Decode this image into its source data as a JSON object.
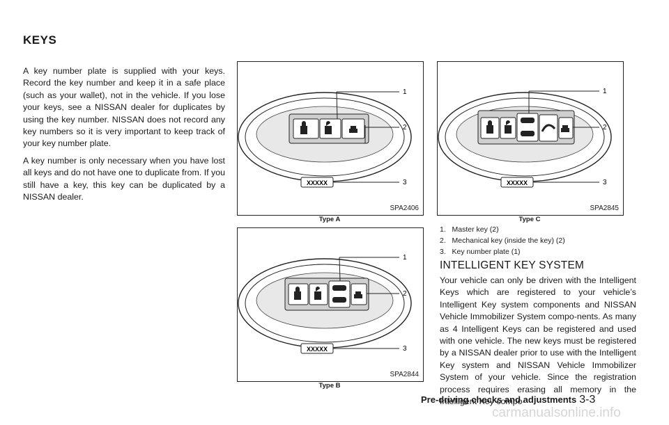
{
  "page": {
    "heading": "KEYS",
    "intro_paragraphs": [
      "A key number plate is supplied with your keys. Record the key number and keep it in a safe place (such as your wallet), not in the vehicle. If you lose your keys, see a NISSAN dealer for duplicates by using the key number. NISSAN does not record any key numbers so it is very important to keep track of your key number plate.",
      "A key number is only necessary when you have lost all keys and do not have one to duplicate from. If you still have a key, this key can be duplicated by a NISSAN dealer."
    ]
  },
  "figures": {
    "type_a": {
      "code": "SPA2406",
      "caption": "Type A"
    },
    "type_b": {
      "code": "SPA2844",
      "caption": "Type B"
    },
    "type_c": {
      "code": "SPA2845",
      "caption": "Type C"
    },
    "callouts": [
      "1",
      "2",
      "3"
    ],
    "plate_text": "XXXXX"
  },
  "legend": [
    "1.   Master key (2)",
    "2.   Mechanical key (inside the key) (2)",
    "3.   Key number plate (1)"
  ],
  "section": {
    "title": "INTELLIGENT KEY SYSTEM",
    "body": "Your vehicle can only be driven with the Intelligent Keys which are registered to your vehicle’s Intelligent Key system components and NISSAN Vehicle Immobilizer System compo-nents. As many as 4 Intelligent Keys can be registered and used with one vehicle. The new keys must be registered by a NISSAN dealer prior to use with the Intelligent Key system and NISSAN Vehicle Immobilizer System of your vehicle. Since the registration process requires erasing all memory in the Intelligent Key compo-"
  },
  "footer": {
    "section_name": "Pre-driving checks and adjustments",
    "page_number": "3-3"
  },
  "watermark": "carmanualsonline.info"
}
